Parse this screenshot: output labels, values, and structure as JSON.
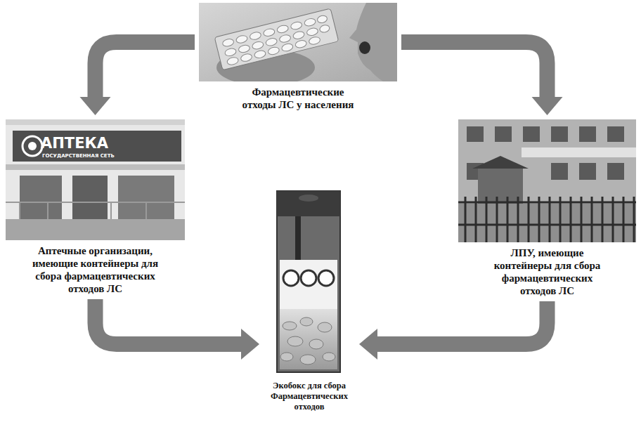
{
  "diagram": {
    "nodes": [
      {
        "text": [
          "Фармацевтические отходы ЛС у населения"
        ]
      },
      {
        "text": [
          "Аптечные организации, имеющие контейнеры для сбора фармацевтических отходов ЛС"
        ]
      },
      {
        "text": [
          "ЛПУ, имеющие контейнеры для сбора фармацевтических отходов ЛС"
        ]
      },
      {
        "text": [
          "Экобокс для сбора Фармацевтических отходов"
        ]
      }
    ],
    "edges": [
      {
        "from": 0,
        "to": 1,
        "arrow": "to"
      },
      {
        "from": 0,
        "to": 2,
        "arrow": "to"
      },
      {
        "from": 1,
        "to": 3,
        "arrow": "to"
      },
      {
        "from": 2,
        "to": 3,
        "arrow": "to"
      }
    ],
    "labels": [
      "АПТЕКА",
      "ГОСУДАРСТВЕННАЯ СЕТЬ"
    ]
  }
}
